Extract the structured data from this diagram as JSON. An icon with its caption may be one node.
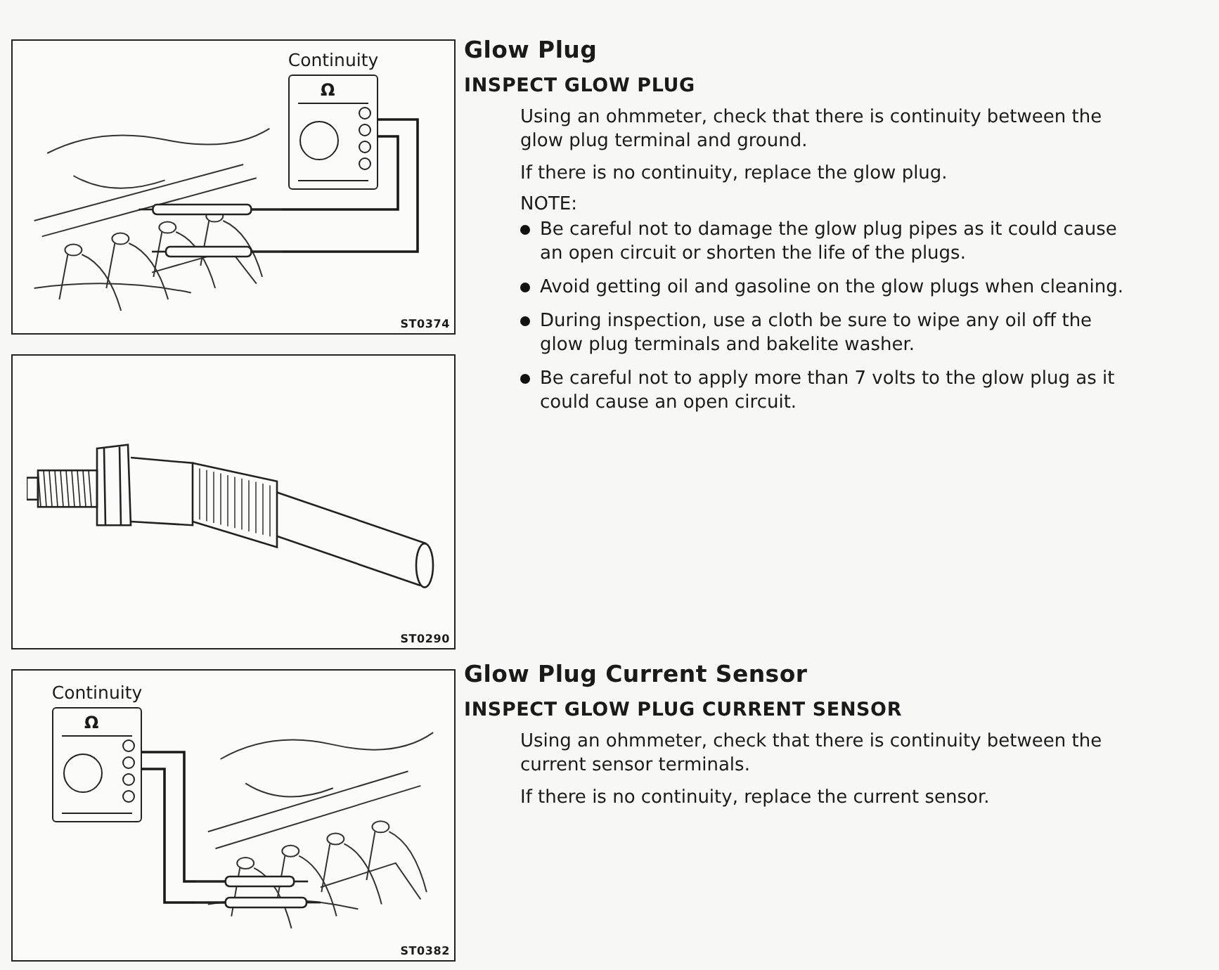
{
  "diagram": {
    "nodes": [
      {
        "text": [
          "ST0374"
        ]
      },
      {
        "text": [
          "Continuity",
          "Ω"
        ],
        "in": 0
      },
      {
        "text": [],
        "shape": "picture",
        "in": 0
      },
      {
        "text": [
          "ST0290"
        ]
      },
      {
        "text": [],
        "shape": "picture",
        "in": 3
      },
      {
        "text": [
          "ST0382"
        ]
      },
      {
        "text": [
          "Continuity",
          "Ω"
        ],
        "in": 5
      },
      {
        "text": [],
        "shape": "picture",
        "in": 5
      }
    ],
    "edges": [
      {
        "from": 1,
        "to": 2,
        "arrow": "none"
      },
      {
        "from": 1,
        "to": 2,
        "arrow": "none"
      },
      {
        "from": 6,
        "to": 7,
        "arrow": "none"
      },
      {
        "from": 6,
        "to": 7,
        "arrow": "none"
      }
    ],
    "labels": [
      "Glow Plug",
      "INSPECT GLOW PLUG",
      "Using an ohmmeter, check that there is continuity between the glow plug terminal and ground.",
      "If there is no continuity, replace the glow plug.",
      "NOTE:",
      "Be careful not to damage the glow plug pipes as it could cause an open circuit or shorten the life of the plugs.",
      "Avoid getting oil and gasoline on the glow plugs when cleaning.",
      "During inspection, use a cloth be sure to wipe any oil off the glow plug terminals and bakelite washer.",
      "Be careful not to apply more than 7 volts to the glow plug as it could cause an open circuit.",
      "Glow Plug Current Sensor",
      "INSPECT GLOW PLUG CURRENT SENSOR",
      "Using an ohmmeter, check that there is continuity between the current sensor terminals.",
      "If there is no continuity, replace the current sensor."
    ]
  }
}
